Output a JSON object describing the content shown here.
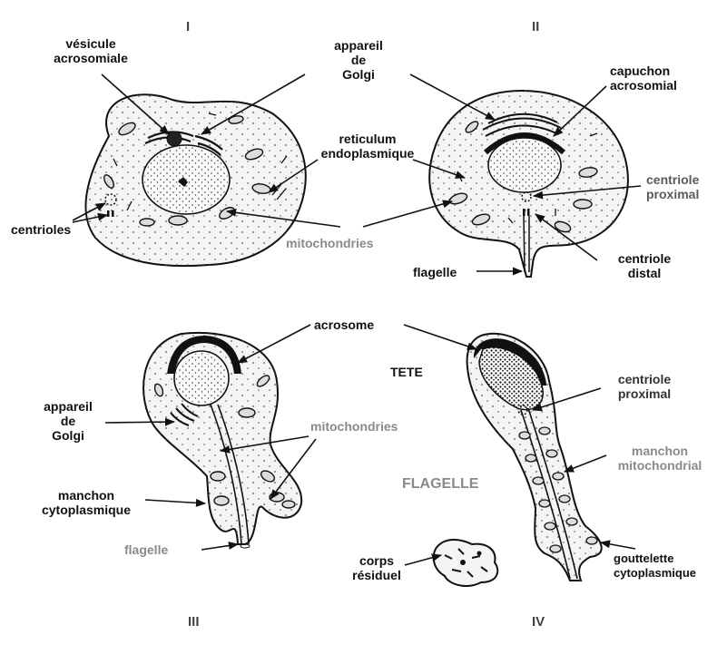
{
  "stages": [
    "I",
    "II",
    "III",
    "IV"
  ],
  "labels": {
    "vesicule_acrosomiale": "vésicule\nacrosomiale",
    "appareil_golgi_I": "appareil\nde\nGolgi",
    "reticulum": "reticulum\nendoplasmique",
    "capuchon": "capuchon\nacrosomial",
    "centrioles": "centrioles",
    "mitochondries_top": "mitochondries",
    "centriole_proximal_II": "centriole\nproximal",
    "centriole_distal": "centriole\ndistal",
    "flagelle_II": "flagelle",
    "acrosome": "acrosome",
    "tete": "TETE",
    "appareil_golgi_III": "appareil\nde\nGolgi",
    "mitochondries_III": "mitochondries",
    "centriole_proximal_IV": "centriole\nproximal",
    "manchon_mito": "manchon\nmitochondrial",
    "flagelle_IV": "FLAGELLE",
    "manchon_cyto": "manchon\ncytoplasmique",
    "flagelle_III": "flagelle",
    "corps_residuel": "corps\nrésiduel",
    "gouttelette": "gouttelette\ncytoplasmique"
  },
  "colors": {
    "ink": "#111111",
    "grey_label": "#8a8a8a",
    "cell_fill": "#f2f2f2",
    "acrosome_fill": "#111111"
  }
}
